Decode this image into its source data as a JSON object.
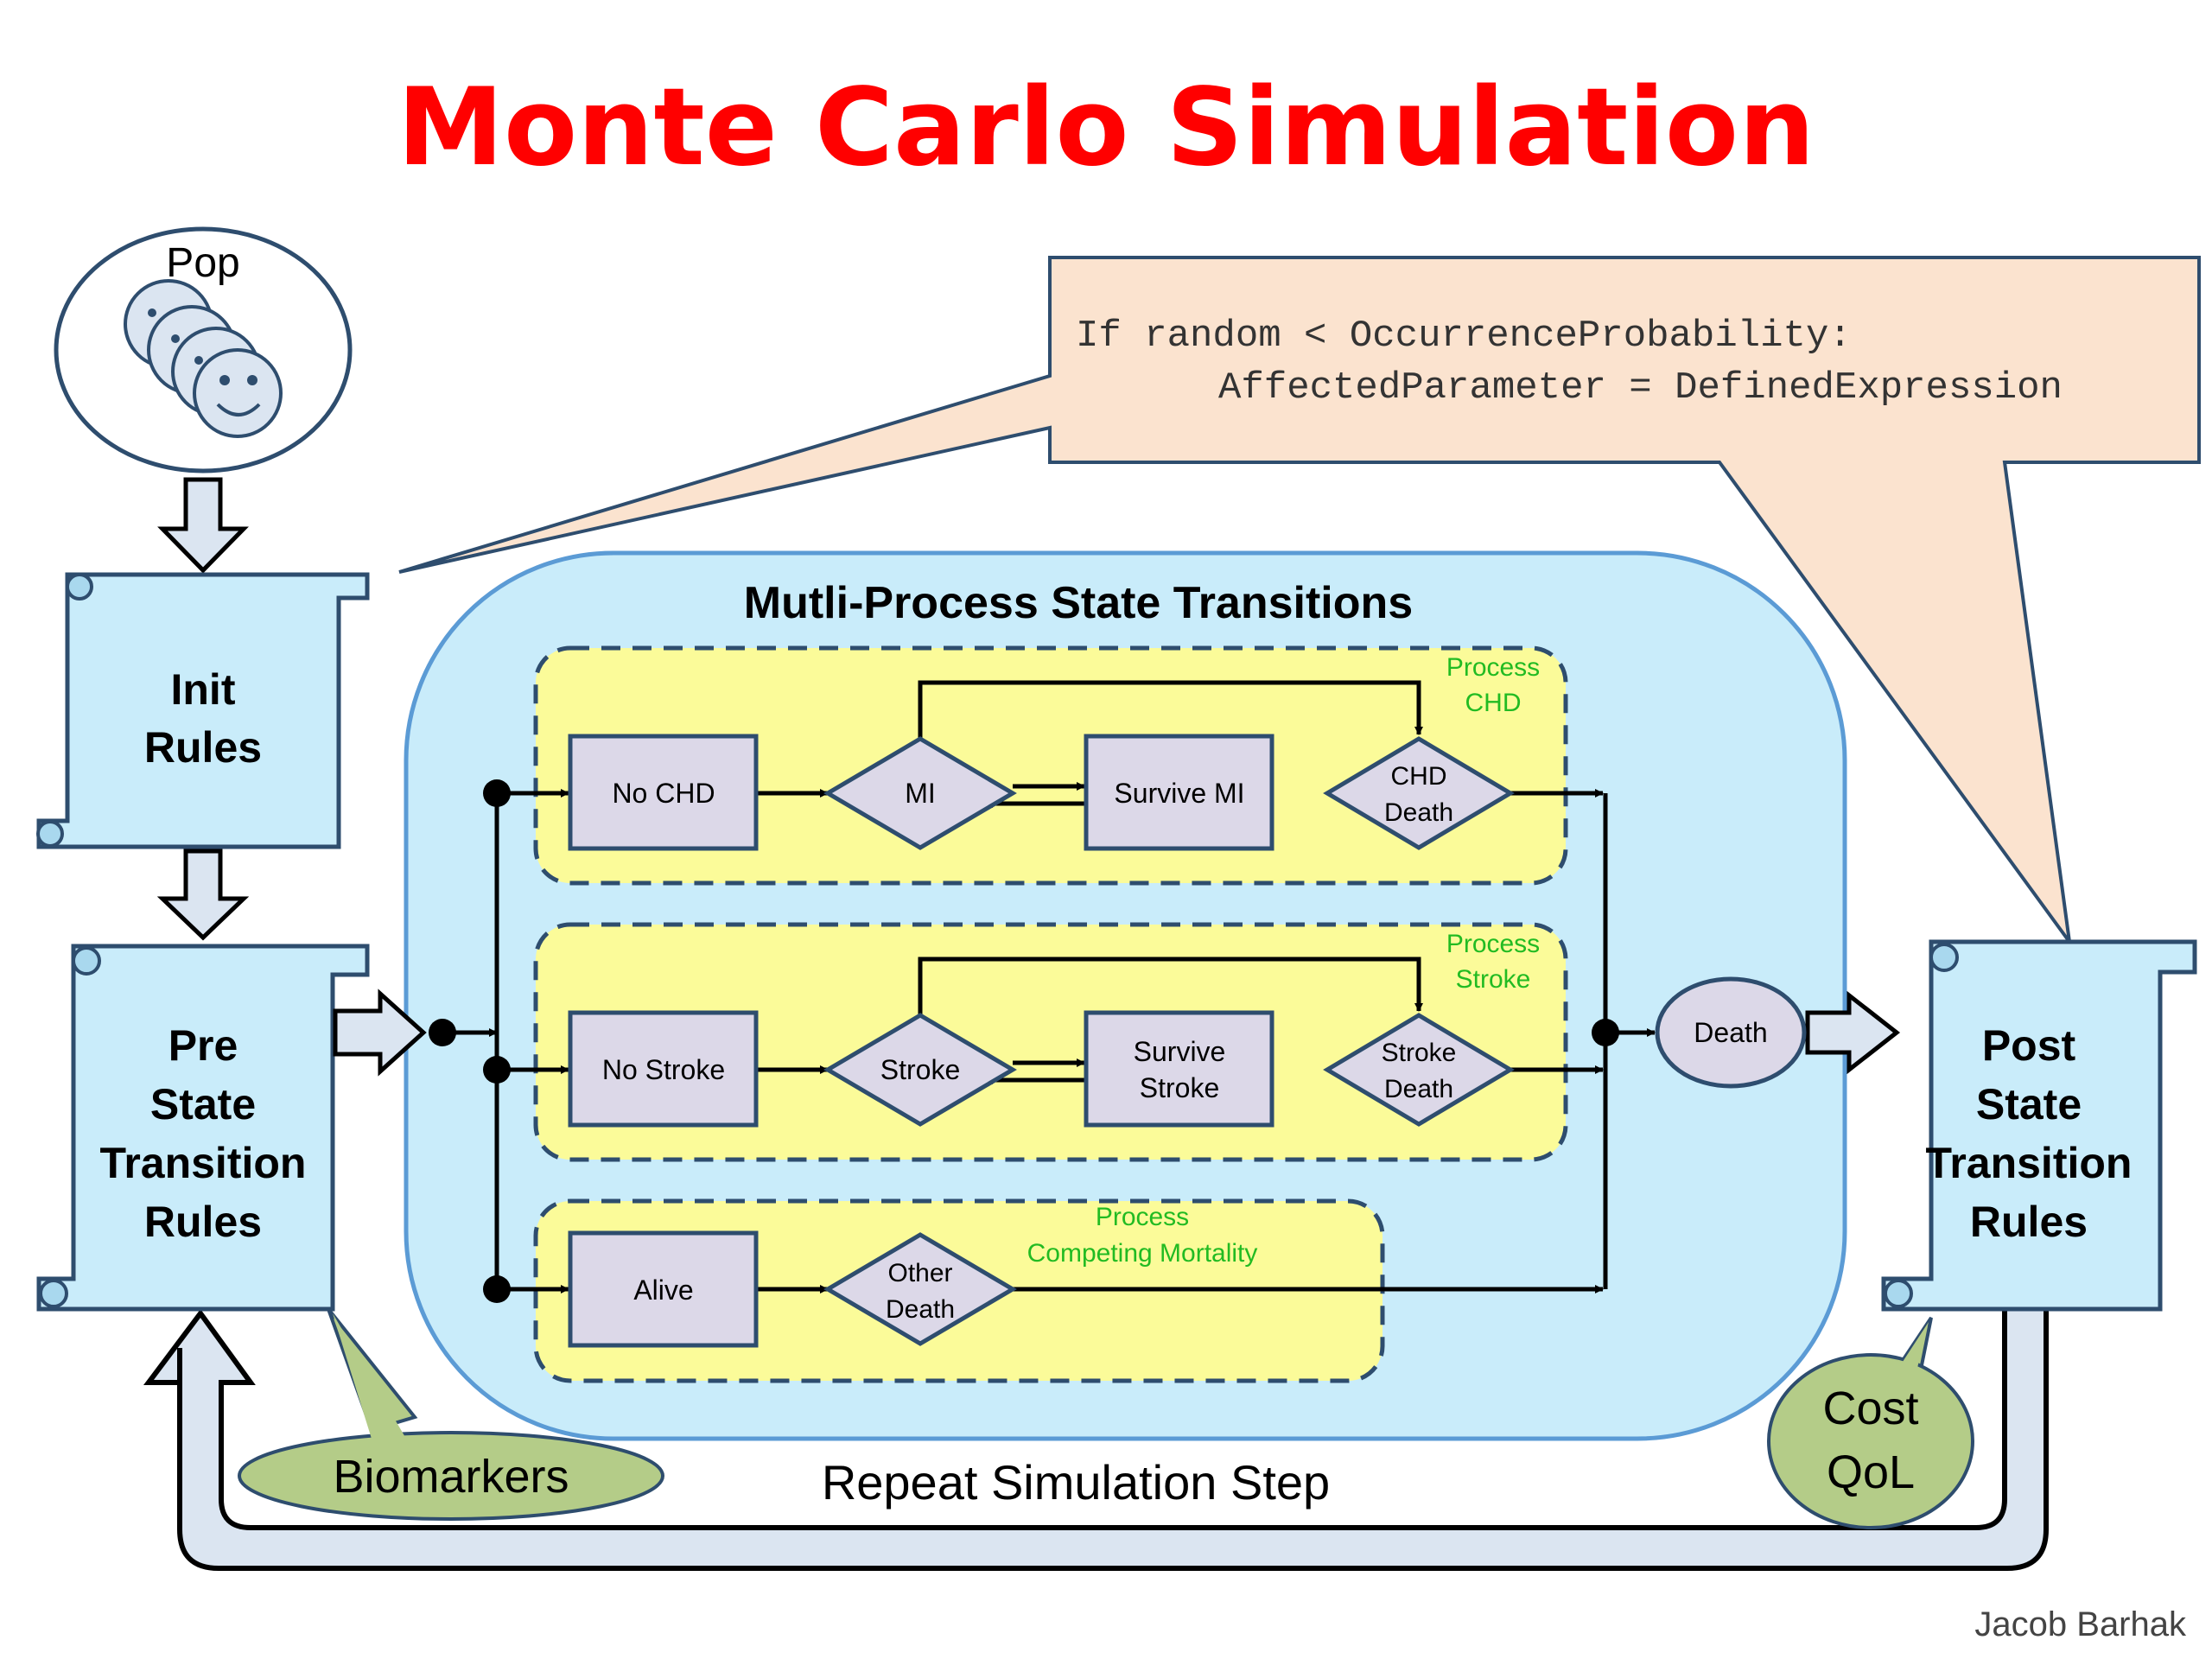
{
  "title": "Monte Carlo Simulation",
  "population": {
    "label": "Pop"
  },
  "code_callout": {
    "line1": "If random < OccurrenceProbability:",
    "line2": "AffectedParameter = DefinedExpression"
  },
  "rules": {
    "init": [
      "Init",
      "Rules"
    ],
    "pre": [
      "Pre",
      "State",
      "Transition",
      "Rules"
    ],
    "post": [
      "Post",
      "State",
      "Transition",
      "Rules"
    ]
  },
  "panel": {
    "title": "Mutli-Process State Transitions"
  },
  "processes": {
    "chd": {
      "label": [
        "Process",
        "CHD"
      ],
      "states": {
        "start": "No CHD",
        "event": "MI",
        "survive": "Survive MI",
        "death": [
          "CHD",
          "Death"
        ]
      }
    },
    "stroke": {
      "label": [
        "Process",
        "Stroke"
      ],
      "states": {
        "start": "No Stroke",
        "event": "Stroke",
        "survive": [
          "Survive",
          "Stroke"
        ],
        "death": [
          "Stroke",
          "Death"
        ]
      }
    },
    "mortality": {
      "label": [
        "Process",
        "Competing Mortality"
      ],
      "states": {
        "start": "Alive",
        "death": [
          "Other",
          "Death"
        ]
      }
    }
  },
  "death_node": "Death",
  "callouts": {
    "biomarkers": "Biomarkers",
    "cost_qol": [
      "Cost",
      "QoL"
    ]
  },
  "loop_label": "Repeat Simulation Step",
  "author": "Jacob Barhak",
  "colors": {
    "title": "#ff0000",
    "panel_fill": "#c9ecfa",
    "panel_stroke": "#5b9bd5",
    "process_fill": "#fbfb99",
    "process_stroke": "#2e4d6e",
    "state_fill": "#dcd8e8",
    "state_stroke": "#2e4d6e",
    "scroll_fill": "#c9ecfa",
    "callout_fill": "#fbe3cf",
    "bubble_fill": "#b4cc88",
    "process_label": "#22bb22"
  }
}
